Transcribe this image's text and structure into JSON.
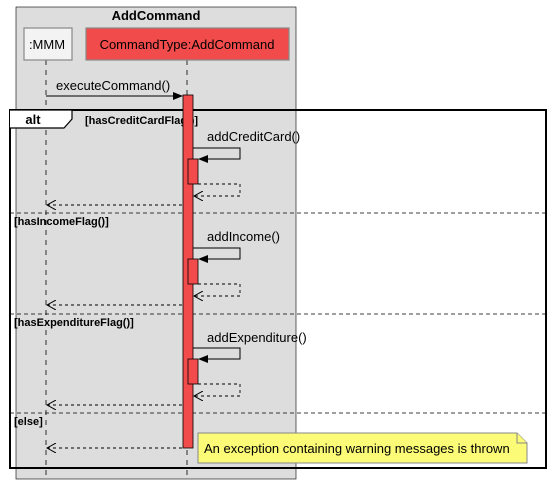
{
  "box_title": "AddCommand",
  "participants": [
    {
      "name": ":MMM"
    },
    {
      "name": "CommandType:AddCommand"
    }
  ],
  "messages": {
    "execute": "executeCommand()",
    "add_credit_card": "addCreditCard()",
    "add_income": "addIncome()",
    "add_expenditure": "addExpenditure()"
  },
  "alt_fragment": {
    "label": "alt",
    "guards": [
      "[hasCreditCardFlag()]",
      "[hasIncomeFlag()]",
      "[hasExpenditureFlag()]",
      "[else]"
    ]
  },
  "note": "An exception containing warning messages is thrown",
  "colors": {
    "activation": "#f24b4b",
    "participant_highlight": "#f24b4b",
    "participant_default": "#e8e8e8",
    "box_background": "#dddddd",
    "note_background": "#fbfb77"
  }
}
